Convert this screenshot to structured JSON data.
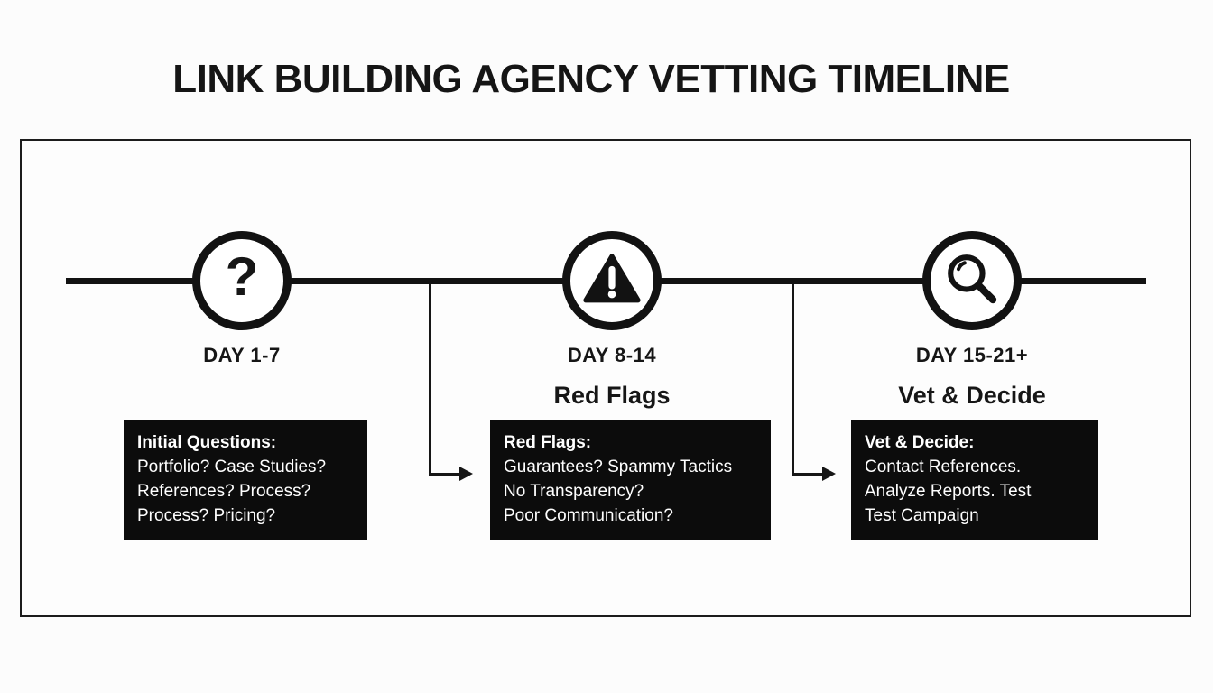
{
  "title": "LINK BUILDING AGENCY VETTING TIMELINE",
  "colors": {
    "background": "#fcfcfc",
    "ink": "#141414",
    "box_background": "#0c0c0c",
    "box_text": "#ffffff"
  },
  "timeline": {
    "milestones": [
      {
        "icon": "question-mark-icon",
        "glyph": "?",
        "day_label": "DAY 1-7",
        "sub_label": "",
        "box": {
          "heading": "Initial Questions:",
          "lines": [
            "Portfolio? Case Studies?",
            "References? Process?",
            "Process? Pricing?"
          ]
        }
      },
      {
        "icon": "warning-triangle-icon",
        "day_label": "DAY 8-14",
        "sub_label": "Red Flags",
        "box": {
          "heading": "Red Flags:",
          "lines": [
            "Guarantees? Spammy Tactics",
            "No Transparency?",
            "Poor Communication?"
          ]
        }
      },
      {
        "icon": "magnifier-icon",
        "day_label": "DAY 15-21+",
        "sub_label": "Vet & Decide",
        "box": {
          "heading": "Vet & Decide:",
          "lines": [
            "Contact References.",
            "Analyze Reports. Test",
            "Test Campaign"
          ]
        }
      }
    ]
  }
}
